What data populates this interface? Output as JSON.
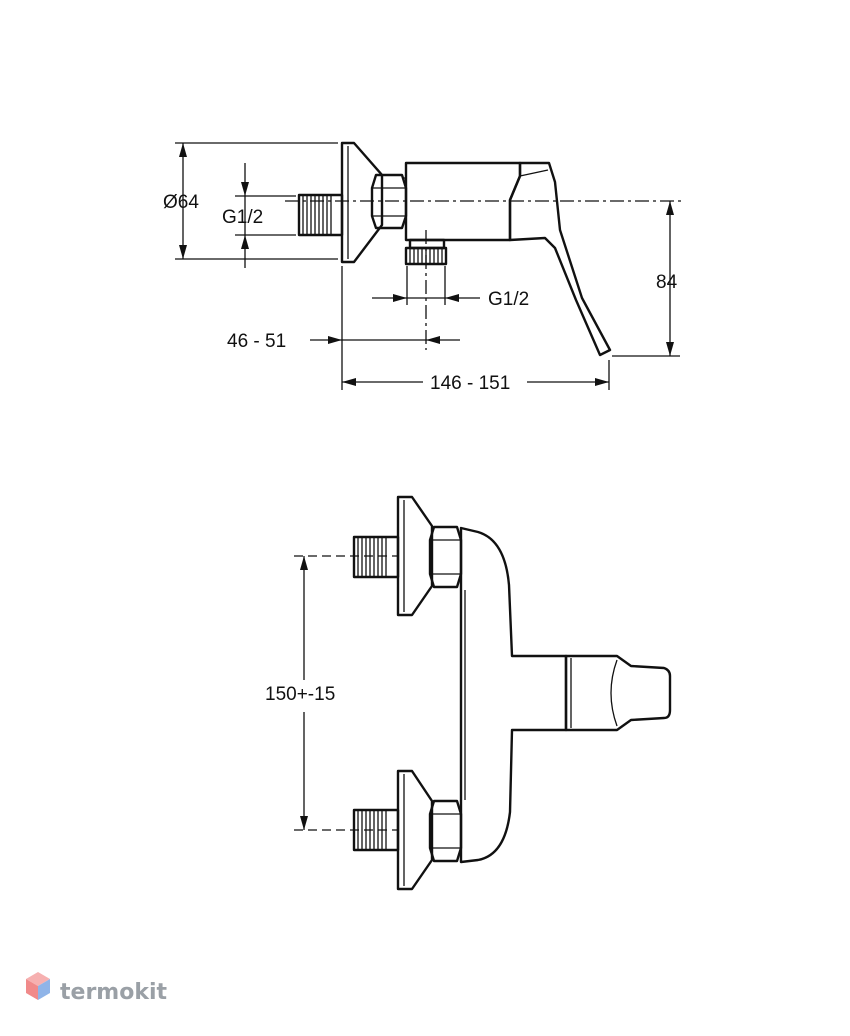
{
  "side_view": {
    "dim_diameter": "Ø64",
    "dim_inlet_thread": "G1/2",
    "dim_outlet_thread": "G1/2",
    "dim_height": "84",
    "dim_offset": "46 - 51",
    "dim_length": "146 - 151"
  },
  "front_view": {
    "dim_spacing": "150+-15"
  },
  "watermark": {
    "brand": "termokit",
    "logo_colors": [
      "#f08a8a",
      "#8fb4e8"
    ]
  }
}
